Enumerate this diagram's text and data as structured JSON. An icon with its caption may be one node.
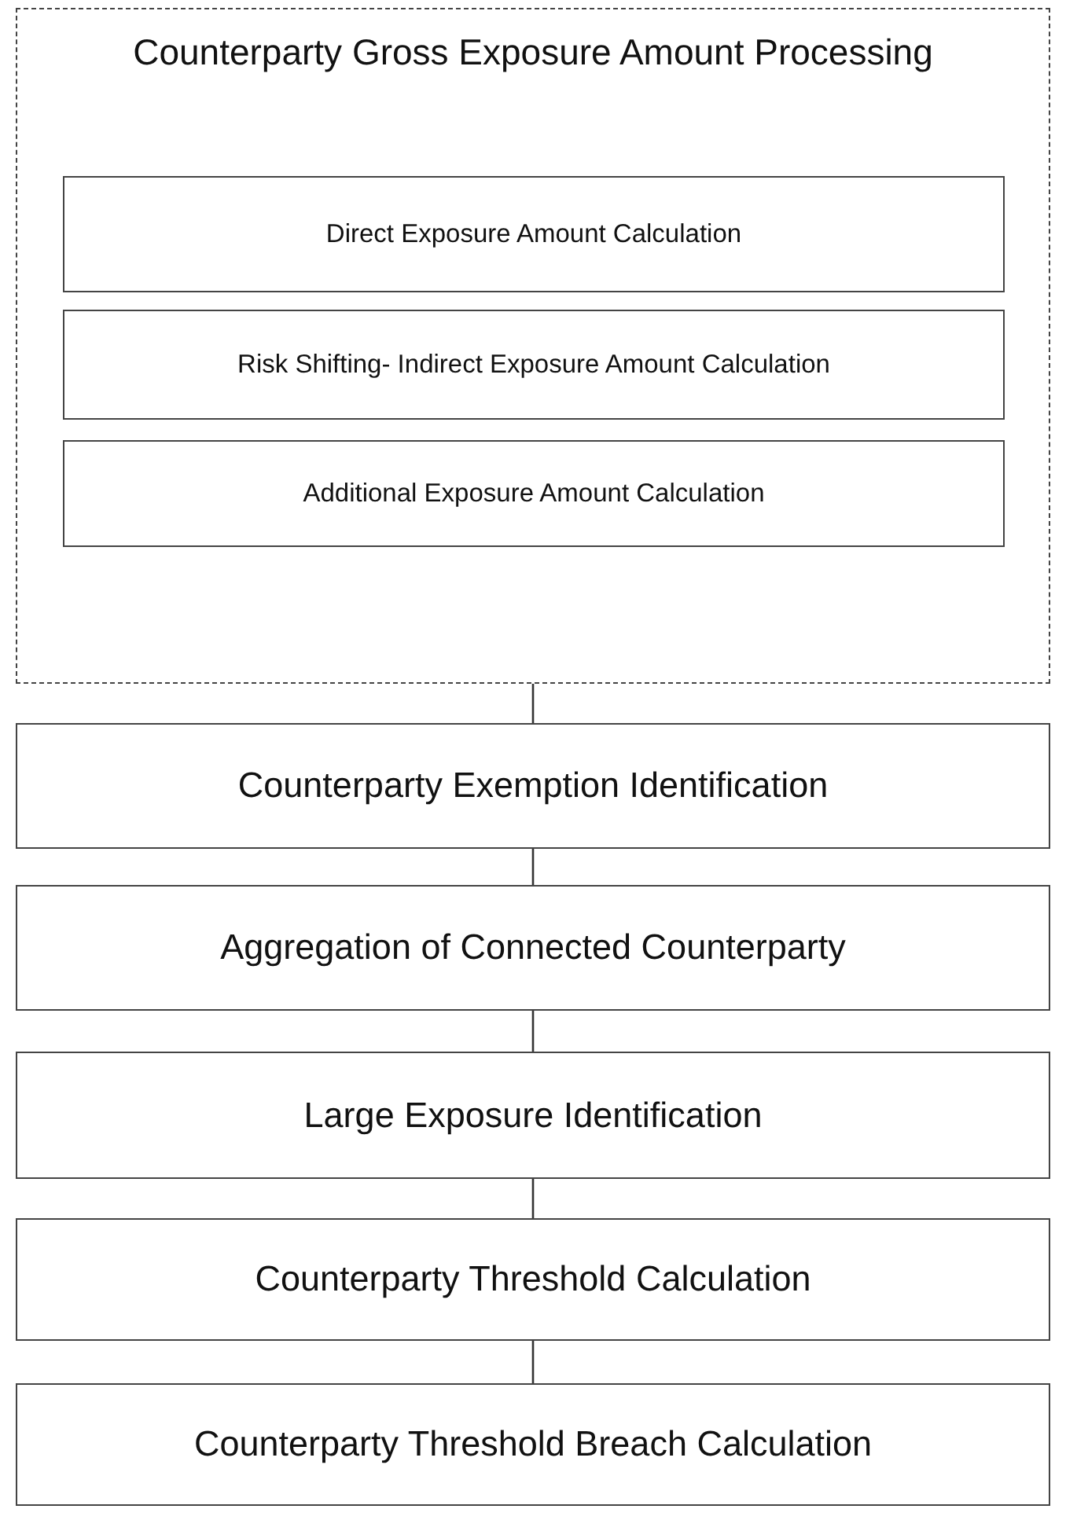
{
  "diagram": {
    "nodes": [
      {
        "text": [
          "Counterparty Gross Exposure Amount Processing"
        ]
      },
      {
        "text": [
          "Direct Exposure Amount Calculation"
        ],
        "in": 0
      },
      {
        "text": [
          "Risk Shifting- Indirect Exposure Amount Calculation"
        ],
        "in": 0
      },
      {
        "text": [
          "Additional Exposure Amount Calculation"
        ],
        "in": 0
      },
      {
        "text": [
          "Counterparty Exemption Identification"
        ]
      },
      {
        "text": [
          "Aggregation of Connected Counterparty"
        ]
      },
      {
        "text": [
          "Large Exposure Identification"
        ]
      },
      {
        "text": [
          "Counterparty Threshold Calculation"
        ]
      },
      {
        "text": [
          "Counterparty Threshold Breach Calculation"
        ]
      }
    ],
    "edges": [
      {
        "from": 0,
        "to": 4,
        "arrow": "none"
      },
      {
        "from": 4,
        "to": 5,
        "arrow": "none"
      },
      {
        "from": 5,
        "to": 6,
        "arrow": "none"
      },
      {
        "from": 6,
        "to": 7,
        "arrow": "none"
      },
      {
        "from": 7,
        "to": 8,
        "arrow": "none"
      }
    ]
  }
}
